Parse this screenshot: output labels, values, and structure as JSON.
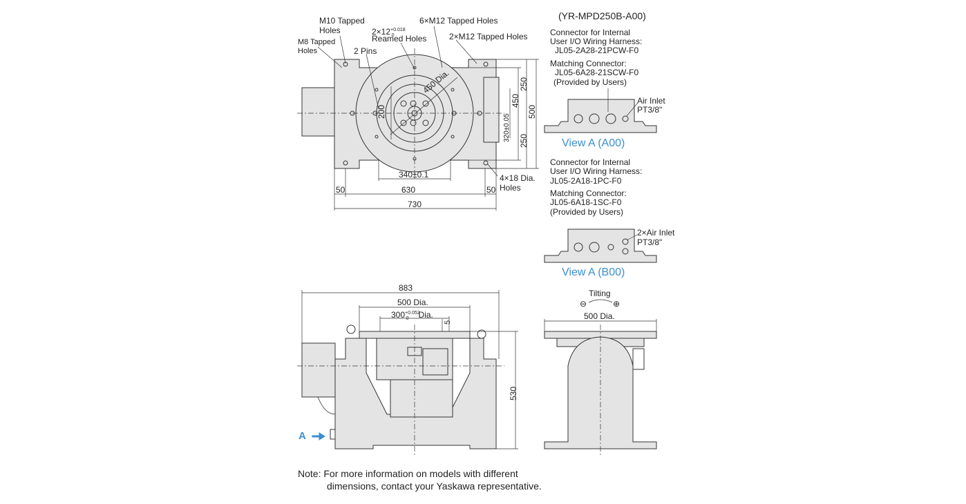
{
  "model": "(YR-MPD250B-A00)",
  "top_view": {
    "m10": "M10 Tapped",
    "m10_2": "Holes",
    "m8": "M8 Tapped",
    "m8_2": "Holes",
    "reamed_a": "2×12",
    "reamed_tol_up": "+0.018",
    "reamed_tol_lo": "0",
    "reamed_b": "Reamed Holes",
    "pins": "2 Pins",
    "m12_6": "6×M12 Tapped Holes",
    "m12_2": "2×M12 Tapped Holes",
    "dia450": "450 Dia.",
    "d200": "200",
    "d340": "340±0.1",
    "d630": "630",
    "d730": "730",
    "d50a": "50",
    "d50b": "50",
    "d250a": "250",
    "d250b": "250",
    "d450": "450",
    "d500": "500",
    "d320": "320±0.05",
    "holes18": "4×18 Dia.",
    "holes18_2": "Holes"
  },
  "view_a00": {
    "c1": "Connector for Internal",
    "c2": "User I/O Wiring Harness:",
    "c3": "JL05-2A28-21PCW-F0",
    "m1": "Matching Connector:",
    "m2": "JL05-6A28-21SCW-F0",
    "m3": "(Provided by Users)",
    "air1": "Air Inlet",
    "air2": "PT3/8\"",
    "title": "View A (A00)"
  },
  "view_b00": {
    "c1": "Connector for Internal",
    "c2": "User I/O Wiring Harness:",
    "c3": "JL05-2A18-1PC-F0",
    "m1": "Matching Connector:",
    "m2": "JL05-6A18-1SC-F0",
    "m3": "(Provided by Users)",
    "air1": "2×Air Inlet",
    "air2": "PT3/8\"",
    "title": "View A (B00)"
  },
  "front_view": {
    "d883": "883",
    "d500dia": "500 Dia.",
    "d300a": "300",
    "d300tol_up": "+0.052",
    "d300tol_lo": "0",
    "d300b": "Dia.",
    "d5": "5",
    "d530": "530",
    "arrow_a": "A"
  },
  "side_view": {
    "tilting": "Tilting",
    "minus": "⊖",
    "plus": "⊕",
    "d500dia": "500 Dia."
  },
  "note": {
    "l1": "Note: For more information on models with different",
    "l2": "dimensions, contact your Yaskawa representative."
  },
  "colors": {
    "line": "#333333",
    "fill": "#e4e4e4",
    "accent": "#3b8fd0"
  }
}
